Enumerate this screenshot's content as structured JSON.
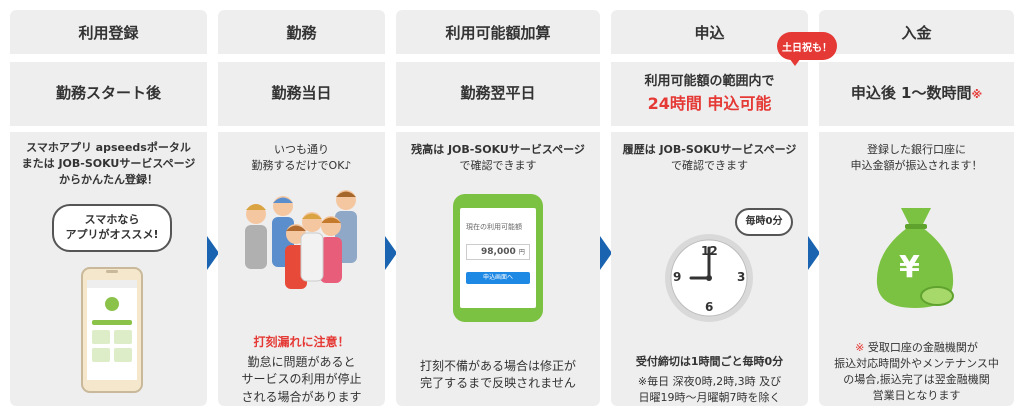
{
  "steps": [
    {
      "title": "利用登録",
      "subtitle": "勤務スタート後",
      "desc": [
        "スマホアプリ apseedsポータル",
        "または JOB-SOKUサービスページ",
        "からかんたん登録！"
      ],
      "bubble": [
        "スマホなら",
        "アプリがオススメ!"
      ]
    },
    {
      "title": "勤務",
      "subtitle": "勤務当日",
      "desc": [
        "いつも通り",
        "勤務するだけでOK♪"
      ],
      "warning": "打刻漏れに注意！",
      "note": [
        "勤怠に問題があると",
        "サービスの利用が停止",
        "される場合があります"
      ]
    },
    {
      "title": "利用可能額加算",
      "subtitle": "勤務翌平日",
      "desc": [
        "残高は JOB-SOKUサービスページ",
        "で確認できます"
      ],
      "screen_label": "現在の利用可能額",
      "screen_amount": "98,000",
      "screen_unit": "円",
      "screen_button": "申込画面へ",
      "note": [
        "打刻不備がある場合は修正が",
        "完了するまで反映されません"
      ]
    },
    {
      "title": "申込",
      "subtitle_line1": "利用可能額の範囲内で",
      "subtitle_line2": "24時間 申込可能",
      "badge": "土日祝も！",
      "desc": [
        "履歴は JOB-SOKUサービスページ",
        "で確認できます"
      ],
      "bubble": "毎時0分",
      "clock_numbers": [
        "12",
        "3",
        "6",
        "9"
      ],
      "note_bold": "受付締切は1時間ごと毎時0分",
      "note": [
        "※毎日 深夜0時,2時,3時 及び",
        "日曜19時～月曜朝7時を除く"
      ]
    },
    {
      "title": "入金",
      "subtitle": "申込後 1～数時間",
      "subtitle_mark": "※",
      "desc": [
        "登録した銀行口座に",
        "申込金額が振込されます！"
      ],
      "yen": "¥",
      "note_mark": "※",
      "note": [
        "受取口座の金融機関が",
        "振込対応時間外やメンテナンス中",
        "の場合,振込完了は翌金融機関",
        "営業日となります"
      ]
    }
  ],
  "colors": {
    "panel": "#eeeeee",
    "arrow": "#1a63b0",
    "accent_red": "#e53935",
    "green": "#7cc242"
  }
}
